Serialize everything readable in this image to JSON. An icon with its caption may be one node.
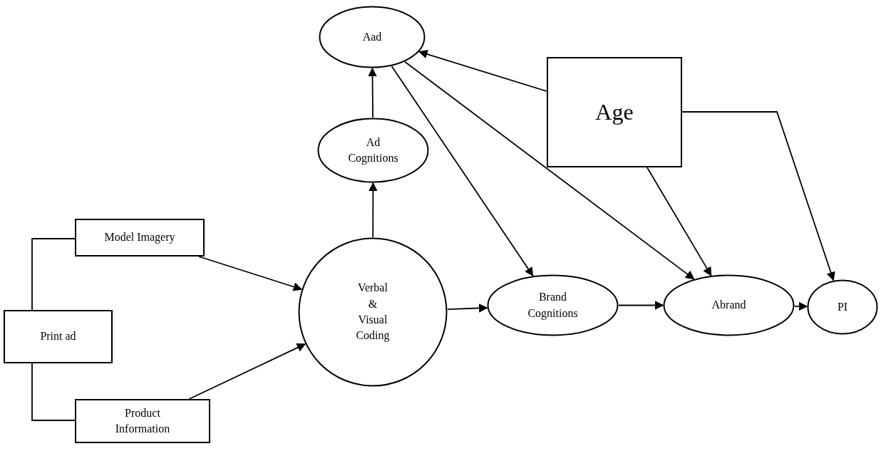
{
  "diagram": {
    "nodes": [
      {
        "text": [
          "Aad"
        ]
      },
      {
        "text": [
          "Age"
        ]
      },
      {
        "text": [
          "Ad Cognitions"
        ]
      },
      {
        "text": [
          "Model Imagery"
        ]
      },
      {
        "text": [
          "Print ad"
        ]
      },
      {
        "text": [
          "Verbal & Visual Coding"
        ]
      },
      {
        "text": [
          "Brand Cognitions"
        ]
      },
      {
        "text": [
          "Abrand"
        ]
      },
      {
        "text": [
          "PI"
        ]
      },
      {
        "text": [
          "Product Information"
        ]
      }
    ],
    "edges": [
      {
        "from": 4,
        "to": 3,
        "arrow": "none"
      },
      {
        "from": 4,
        "to": 9,
        "arrow": "none"
      },
      {
        "from": 3,
        "to": 5,
        "arrow": "to"
      },
      {
        "from": 9,
        "to": 5,
        "arrow": "to"
      },
      {
        "from": 5,
        "to": 2,
        "arrow": "to"
      },
      {
        "from": 2,
        "to": 0,
        "arrow": "to"
      },
      {
        "from": 5,
        "to": 6,
        "arrow": "to"
      },
      {
        "from": 0,
        "to": 6,
        "arrow": "to"
      },
      {
        "from": 0,
        "to": 7,
        "arrow": "to"
      },
      {
        "from": 1,
        "to": 0,
        "arrow": "to"
      },
      {
        "from": 1,
        "to": 7,
        "arrow": "to"
      },
      {
        "from": 1,
        "to": 8,
        "arrow": "to"
      },
      {
        "from": 6,
        "to": 7,
        "arrow": "to"
      },
      {
        "from": 7,
        "to": 8,
        "arrow": "to"
      }
    ]
  }
}
